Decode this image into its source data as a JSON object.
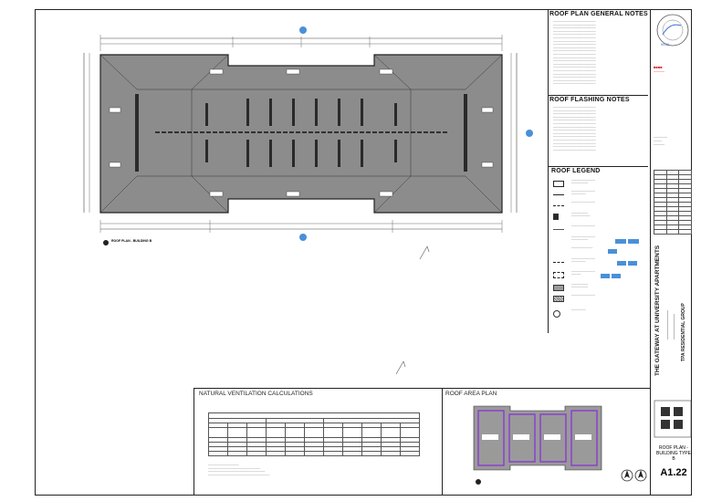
{
  "roof_plan_general_notes": {
    "title": "ROOF PLAN GENERAL NOTES"
  },
  "roof_flashing_notes": {
    "title": "ROOF FLASHING NOTES"
  },
  "roof_legend": {
    "title": "ROOF LEGEND"
  },
  "natural_ventilation": {
    "title": "NATURAL VENTILATION CALCULATIONS"
  },
  "roof_area_plan": {
    "title": "ROOF AREA PLAN"
  },
  "main_plan": {
    "label": "ROOF PLAN - BUILDING B"
  },
  "project": {
    "name": "THE GATEWAY AT UNIVERSITY APARTMENTS",
    "firm": "TPA RESIDENTIAL GROUP",
    "stamp_number": "9538"
  },
  "sheet": {
    "title_line1": "ROOF PLAN -",
    "title_line2": "BUILDING TYPE B",
    "number": "A1.22"
  },
  "colors": {
    "roof_fill": "#8c8c8c",
    "roof_dark": "#2a2a2a",
    "accent_blue": "#4a90d9",
    "purple": "#8a3bd1",
    "firm_red": "#d22"
  },
  "icons": [
    "north-arrow-icon",
    "section-marker-icon",
    "professional-stamp-icon"
  ]
}
